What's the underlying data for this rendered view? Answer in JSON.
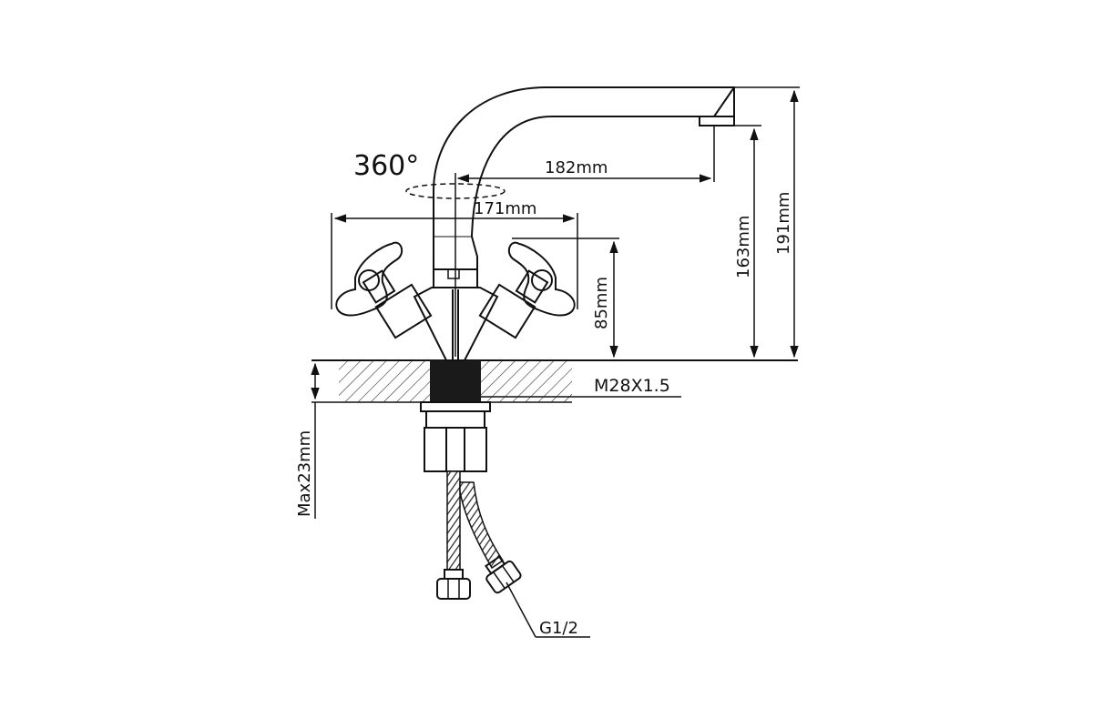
{
  "dimensions": {
    "rotation": "360°",
    "spout_reach": "182mm",
    "handle_span": "171mm",
    "spout_outlet_height": "163mm",
    "total_height": "191mm",
    "handle_height": "85mm",
    "thread": "M28X1.5",
    "max_countertop": "Max23mm",
    "hose_connection": "G1/2"
  }
}
